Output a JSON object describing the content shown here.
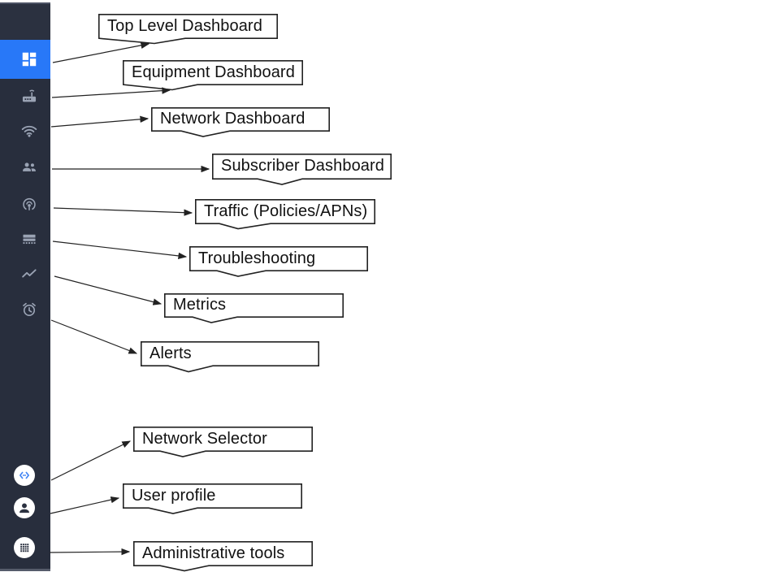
{
  "colors": {
    "sidebar_background": "#282e3d",
    "sidebar_header_background": "#2b3140",
    "selected_item_background": "#2878f8",
    "icon_color": "#9aa3b4",
    "selected_icon_color": "#ffffff",
    "footer_circle_background": "#ffffff",
    "network_selector_icon_color": "#4285f4",
    "callout_border": "#222222",
    "callout_fill": "#ffffff",
    "callout_text": "#111111",
    "arrow_color": "#222222"
  },
  "sidebar": {
    "nav_items": [
      {
        "icon": "dashboard-icon",
        "selected": true,
        "annotation": "Top Level Dashboard"
      },
      {
        "icon": "router-icon",
        "selected": false,
        "annotation": "Equipment Dashboard"
      },
      {
        "icon": "wifi-icon",
        "selected": false,
        "annotation": "Network Dashboard"
      },
      {
        "icon": "people-icon",
        "selected": false,
        "annotation": "Subscriber Dashboard"
      },
      {
        "icon": "tethering-icon",
        "selected": false,
        "annotation": "Traffic (Policies/APNs)"
      },
      {
        "icon": "table-rows-icon",
        "selected": false,
        "annotation": "Troubleshooting"
      },
      {
        "icon": "trending-chart-icon",
        "selected": false,
        "annotation": "Metrics"
      },
      {
        "icon": "alarm-clock-icon",
        "selected": false,
        "annotation": "Alerts"
      }
    ],
    "footer_items": [
      {
        "icon": "code-arrows-icon",
        "annotation": "Network Selector"
      },
      {
        "icon": "person-icon",
        "annotation": "User profile"
      },
      {
        "icon": "apps-grid-icon",
        "annotation": "Administrative tools"
      }
    ]
  },
  "callouts": [
    {
      "text": "Top Level Dashboard"
    },
    {
      "text": "Equipment Dashboard"
    },
    {
      "text": "Network Dashboard"
    },
    {
      "text": "Subscriber Dashboard"
    },
    {
      "text": "Traffic (Policies/APNs)"
    },
    {
      "text": "Troubleshooting"
    },
    {
      "text": "Metrics"
    },
    {
      "text": "Alerts"
    },
    {
      "text": "Network Selector"
    },
    {
      "text": "User profile"
    },
    {
      "text": "Administrative tools"
    }
  ]
}
